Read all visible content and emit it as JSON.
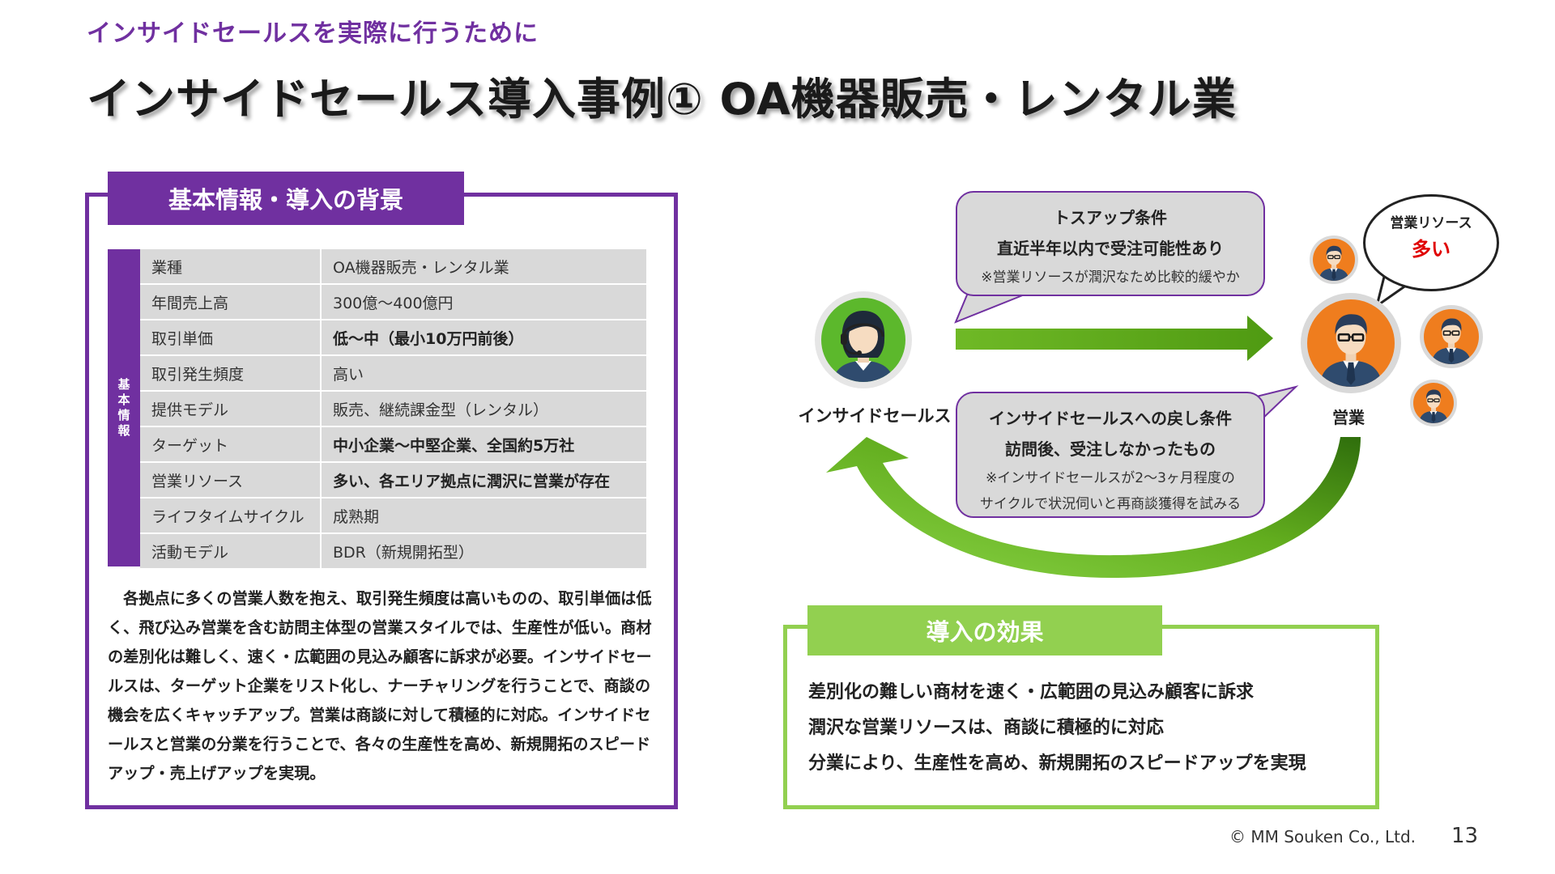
{
  "header": {
    "subtitle": "インサイドセールスを実際に行うために",
    "title": "インサイドセールス導入事例① OA機器販売・レンタル業"
  },
  "basic_info": {
    "heading": "基本情報・導入の背景",
    "side_label": [
      "基",
      "本",
      "情",
      "報"
    ],
    "rows": [
      {
        "label": "業種",
        "value": "OA機器販売・レンタル業",
        "bold": false
      },
      {
        "label": "年間売上高",
        "value": "300億～400億円",
        "bold": false
      },
      {
        "label": "取引単価",
        "value": "低～中（最小10万円前後）",
        "bold": true
      },
      {
        "label": "取引発生頻度",
        "value": "高い",
        "bold": false
      },
      {
        "label": "提供モデル",
        "value": "販売、継続課金型（レンタル）",
        "bold": false
      },
      {
        "label": "ターゲット",
        "value": "中小企業～中堅企業、全国約5万社",
        "bold": true
      },
      {
        "label": "営業リソース",
        "value": "多い、各エリア拠点に潤沢に営業が存在",
        "bold": true
      },
      {
        "label": "ライフタイムサイクル",
        "value": "成熟期",
        "bold": false
      },
      {
        "label": "活動モデル",
        "value": "BDR（新規開拓型）",
        "bold": false
      }
    ],
    "body": "　各拠点に多くの営業人数を抱え、取引発生頻度は高いものの、取引単価は低く、飛び込み営業を含む訪問主体型の営業スタイルでは、生産性が低い。商材の差別化は難しく、速く・広範囲の見込み顧客に訴求が必要。インサイドセールスは、ターゲット企業をリスト化し、ナーチャリングを行うことで、商談の機会を広くキャッチアップ。営業は商談に対して積極的に対応。インサイドセールスと営業の分業を行うことで、各々の生産性を高め、新規開拓のスピードアップ・売上げアップを実現。"
  },
  "diagram": {
    "toss_bubble": {
      "title": "トスアップ条件",
      "condition": "直近半年以内で受注可能性あり",
      "note": "※営業リソースが潤沢なため比較的緩やか"
    },
    "return_bubble": {
      "title": "インサイドセールスへの戻し条件",
      "condition": "訪問後、受注しなかったもの",
      "note_line1": "※インサイドセールスが2～3ヶ月程度の",
      "note_line2": "サイクルで状況伺いと再商談獲得を試みる"
    },
    "inside_sales_label": "インサイドセールス",
    "sales_label": "営業",
    "resource_bubble": {
      "label": "営業リソース",
      "value": "多い"
    },
    "colors": {
      "accent_purple": "#7030a0",
      "arrow_green": "#5fa818",
      "effect_green": "#92d050",
      "avatar_green": "#5cb82c",
      "avatar_orange": "#ef7d1e",
      "highlight_red": "#e00000"
    },
    "icons": [
      "headset-operator-icon",
      "salesperson-icon"
    ]
  },
  "effects": {
    "heading": "導入の効果",
    "items": [
      "差別化の難しい商材を速く・広範囲の見込み顧客に訴求",
      "潤沢な営業リソースは、商談に積極的に対応",
      "分業により、生産性を高め、新規開拓のスピードアップを実現"
    ]
  },
  "footer": {
    "copyright": "© MM Souken Co., Ltd.",
    "page_number": "13"
  }
}
